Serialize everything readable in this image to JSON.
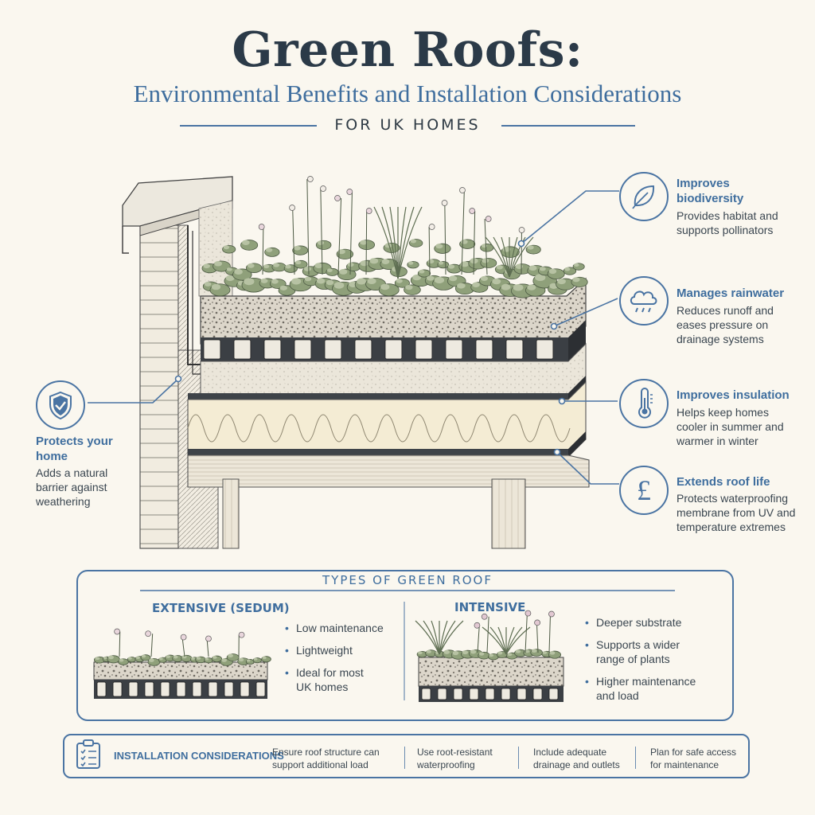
{
  "header": {
    "title": "Green Roofs:",
    "subtitle": "Environmental Benefits and Installation Considerations",
    "tagline": "FOR UK HOMES"
  },
  "colors": {
    "accent": "#4a74a3",
    "heading": "#2b3a48",
    "background": "#faf7ef",
    "plant": "#8fa07a"
  },
  "benefits": [
    {
      "icon": "leaf-icon",
      "title_line1": "Improves",
      "title_line2": "biodiversity",
      "text_line1": "Provides habitat and",
      "text_line2": "supports pollinators",
      "text_line3": ""
    },
    {
      "icon": "rain-cloud-icon",
      "title_line1": "Manages rainwater",
      "title_line2": "",
      "text_line1": "Reduces runoff and",
      "text_line2": "eases pressure on",
      "text_line3": "drainage systems"
    },
    {
      "icon": "thermometer-icon",
      "title_line1": "Improves insulation",
      "title_line2": "",
      "text_line1": "Helps keep homes",
      "text_line2": "cooler in summer and",
      "text_line3": "warmer in winter"
    },
    {
      "icon": "pound-icon",
      "symbol": "£",
      "title_line1": "Extends roof life",
      "title_line2": "",
      "text_line1": "Protects waterproofing",
      "text_line2": "membrane from UV and",
      "text_line3": "temperature extremes"
    },
    {
      "icon": "shield-check-icon",
      "title_line1": "Protects your",
      "title_line2": "home",
      "text_line1": "Adds a natural",
      "text_line2": "barrier against",
      "text_line3": "weathering"
    }
  ],
  "types": {
    "title": "TYPES OF GREEN ROOF",
    "extensive": {
      "heading": "EXTENSIVE (SEDUM)",
      "bullets": [
        {
          "line1": "Low maintenance",
          "line2": ""
        },
        {
          "line1": "Lightweight",
          "line2": ""
        },
        {
          "line1": "Ideal for most",
          "line2": "UK homes"
        }
      ]
    },
    "intensive": {
      "heading": "INTENSIVE",
      "bullets": [
        {
          "line1": "Deeper substrate",
          "line2": ""
        },
        {
          "line1": "Supports a wider",
          "line2": "range of plants"
        },
        {
          "line1": "Higher maintenance",
          "line2": "and load"
        }
      ]
    }
  },
  "installation": {
    "title": "INSTALLATION CONSIDERATIONS",
    "icon": "clipboard-checklist-icon",
    "items": [
      {
        "line1": "Ensure roof structure can",
        "line2": "support additional load"
      },
      {
        "line1": "Use root-resistant",
        "line2": "waterproofing"
      },
      {
        "line1": "Include adequate",
        "line2": "drainage and outlets"
      },
      {
        "line1": "Plan for safe access",
        "line2": "for maintenance"
      }
    ]
  }
}
